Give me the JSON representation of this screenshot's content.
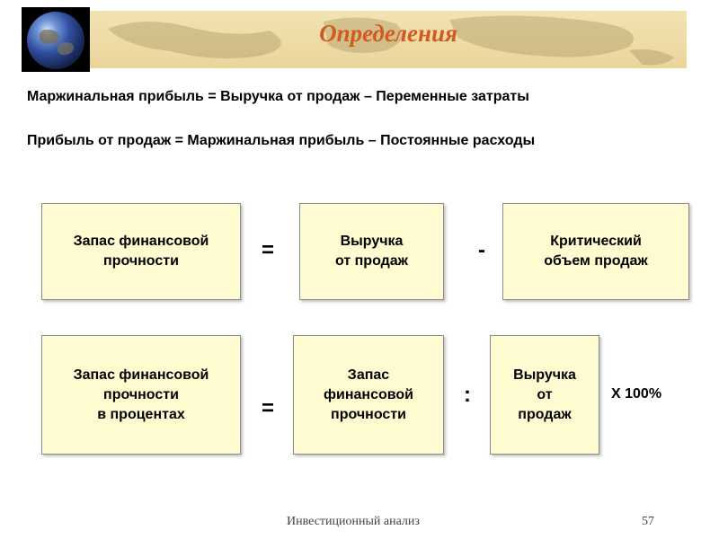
{
  "header": {
    "title": "Определения"
  },
  "formulas": [
    "Маржинальная прибыль = Выручка от продаж – Переменные затраты",
    "Прибыль от продаж = Маржинальная прибыль – Постоянные расходы"
  ],
  "row1": {
    "box1": "Запас финансовой\nпрочности",
    "op1": "=",
    "box2": "Выручка\nот продаж",
    "op2": "-",
    "box3": "Критический\nобъем продаж"
  },
  "row2": {
    "box1": "Запас финансовой\nпрочности\nв процентах",
    "op1": "=",
    "box2": "Запас\nфинансовой\nпрочности",
    "op2": ":",
    "box3": "Выручка\nот\nпродаж",
    "multiplier": "Х 100%"
  },
  "footer": {
    "course": "Инвестиционный анализ",
    "page": "57"
  },
  "colors": {
    "title": "#d35a1e",
    "box_fill": "#fdfbcf",
    "header_bar": "#ead59a"
  },
  "icons": {
    "logo": "globe-icon"
  }
}
